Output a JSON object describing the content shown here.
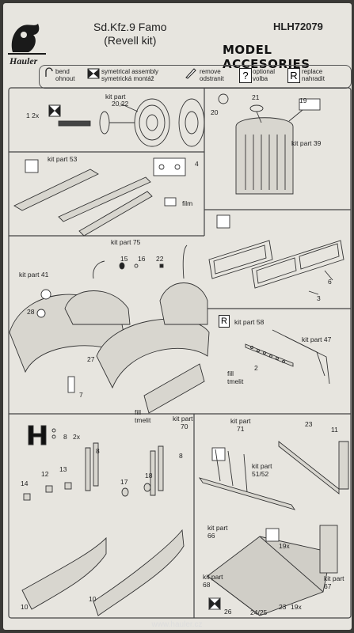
{
  "header": {
    "title_line1": "Sd.Kfz.9 Famo",
    "title_line2": "(Revell kit)",
    "code": "HLH72079",
    "brand": "Hauler",
    "subtitle": "MODEL ACCESORIES"
  },
  "legend": {
    "bend_en": "bend",
    "bend_cz": "ohnout",
    "sym_en": "symetrical assembly",
    "sym_cz": "symetrická montáž",
    "remove_en": "remove",
    "remove_cz": "odstranit",
    "optional_symbol": "?",
    "optional_en": "optional",
    "optional_cz": "volba",
    "replace_symbol": "R",
    "replace_en": "replace",
    "replace_cz": "nahradit"
  },
  "panel1": {
    "count": "1 2x",
    "kit_part": "kit part",
    "kit_numbers": "20,22"
  },
  "panel2": {
    "kit_part": "kit part 39",
    "n21": "21",
    "n20": "20",
    "n19": "19"
  },
  "panel3": {
    "kit_part": "kit part 53",
    "n4": "4",
    "film": "film"
  },
  "panel4": {
    "n6": "6",
    "n3": "3"
  },
  "panel5": {
    "kit75": "kit part 75",
    "n15": "15",
    "n16": "16",
    "n22": "22",
    "kit41": "kit part 41",
    "n28": "28",
    "n27": "27",
    "n7": "7",
    "fill1": "fill",
    "tmelit1": "tmelit",
    "kit70_a": "kit part",
    "kit70_b": "70",
    "fill2": "fill",
    "tmelit2": "tmelit",
    "kit71_a": "kit part",
    "kit71_b": "71"
  },
  "panel6": {
    "replace": "R",
    "kit58": "kit part 58",
    "kit47": "kit part 47",
    "n2": "2"
  },
  "panel7": {
    "n8a": "8",
    "x2": "2x",
    "n8b": "8",
    "n12": "12",
    "n13": "13",
    "n14": "14",
    "n10a": "10",
    "n8c": "8",
    "n17": "17",
    "n18": "18",
    "n10b": "10"
  },
  "panel8": {
    "n23a": "23",
    "n11": "11",
    "kit5152_a": "kit part",
    "kit5152_b": "51/52",
    "kit66_a": "kit part",
    "kit66_b": "66",
    "x19": "19x",
    "kit68_a": "kit part",
    "kit68_b": "68",
    "kit67_a": "kit part",
    "kit67_b": "67",
    "n26": "26",
    "n2425": "24/25",
    "n23b": "23",
    "x19b": "19x"
  },
  "footer": {
    "url": "www.hauler.cz"
  },
  "colors": {
    "paper": "#e7e5df",
    "ink": "#222222",
    "background": "#3a3936"
  }
}
